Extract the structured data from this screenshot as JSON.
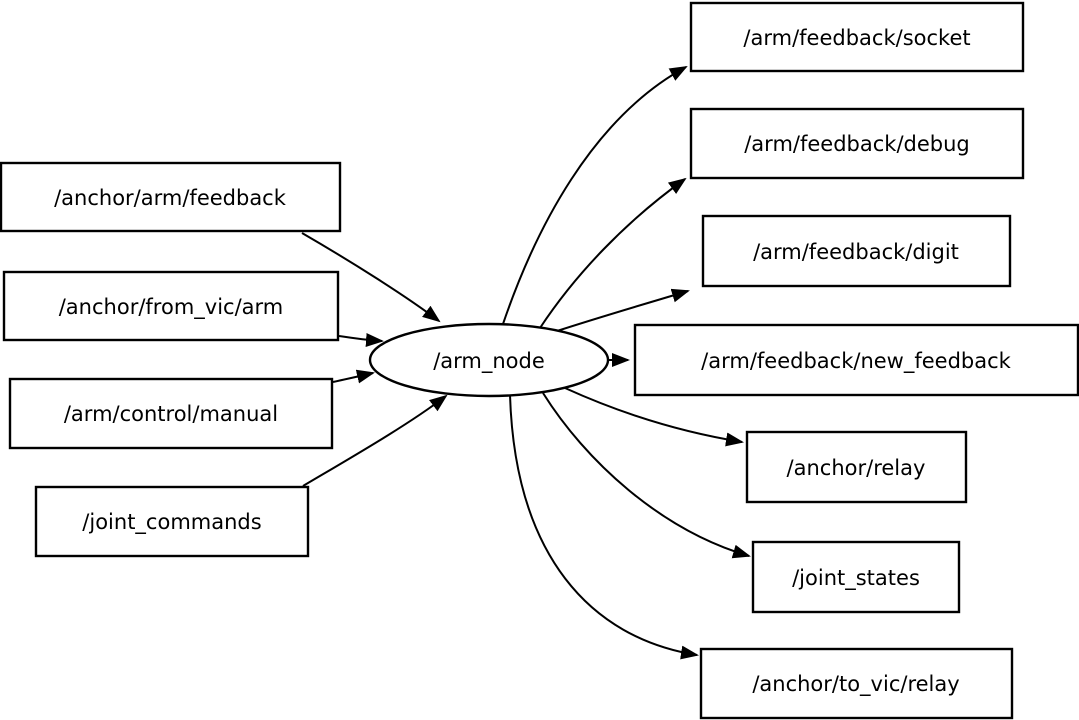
{
  "graph": {
    "center_node": {
      "label": "/arm_node",
      "shape": "ellipse"
    },
    "inputs": [
      {
        "label": "/anchor/arm/feedback"
      },
      {
        "label": "/anchor/from_vic/arm"
      },
      {
        "label": "/arm/control/manual"
      },
      {
        "label": "/joint_commands"
      }
    ],
    "outputs": [
      {
        "label": "/arm/feedback/socket"
      },
      {
        "label": "/arm/feedback/debug"
      },
      {
        "label": "/arm/feedback/digit"
      },
      {
        "label": "/arm/feedback/new_feedback"
      },
      {
        "label": "/anchor/relay"
      },
      {
        "label": "/joint_states"
      },
      {
        "label": "/anchor/to_vic/relay"
      }
    ],
    "colors": {
      "background": "#ffffff",
      "node_fill": "#ffffff",
      "stroke": "#000000",
      "text": "#000000"
    }
  }
}
